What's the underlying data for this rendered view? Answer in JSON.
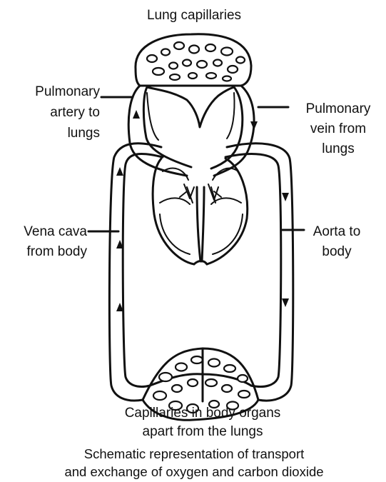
{
  "labels": {
    "lung_capillaries": "Lung capillaries",
    "pulmonary_artery": [
      "Pulmonary",
      "artery to",
      "lungs"
    ],
    "pulmonary_vein": [
      "Pulmonary",
      "vein from",
      "lungs"
    ],
    "vena_cava": [
      "Vena cava",
      "from body"
    ],
    "aorta": [
      "Aorta to",
      "body"
    ],
    "body_capillaries": [
      "Capillaries in body organs",
      "apart from the lungs"
    ]
  },
  "caption": [
    "Schematic representation of transport",
    "and exchange of oxygen and carbon dioxide"
  ]
}
